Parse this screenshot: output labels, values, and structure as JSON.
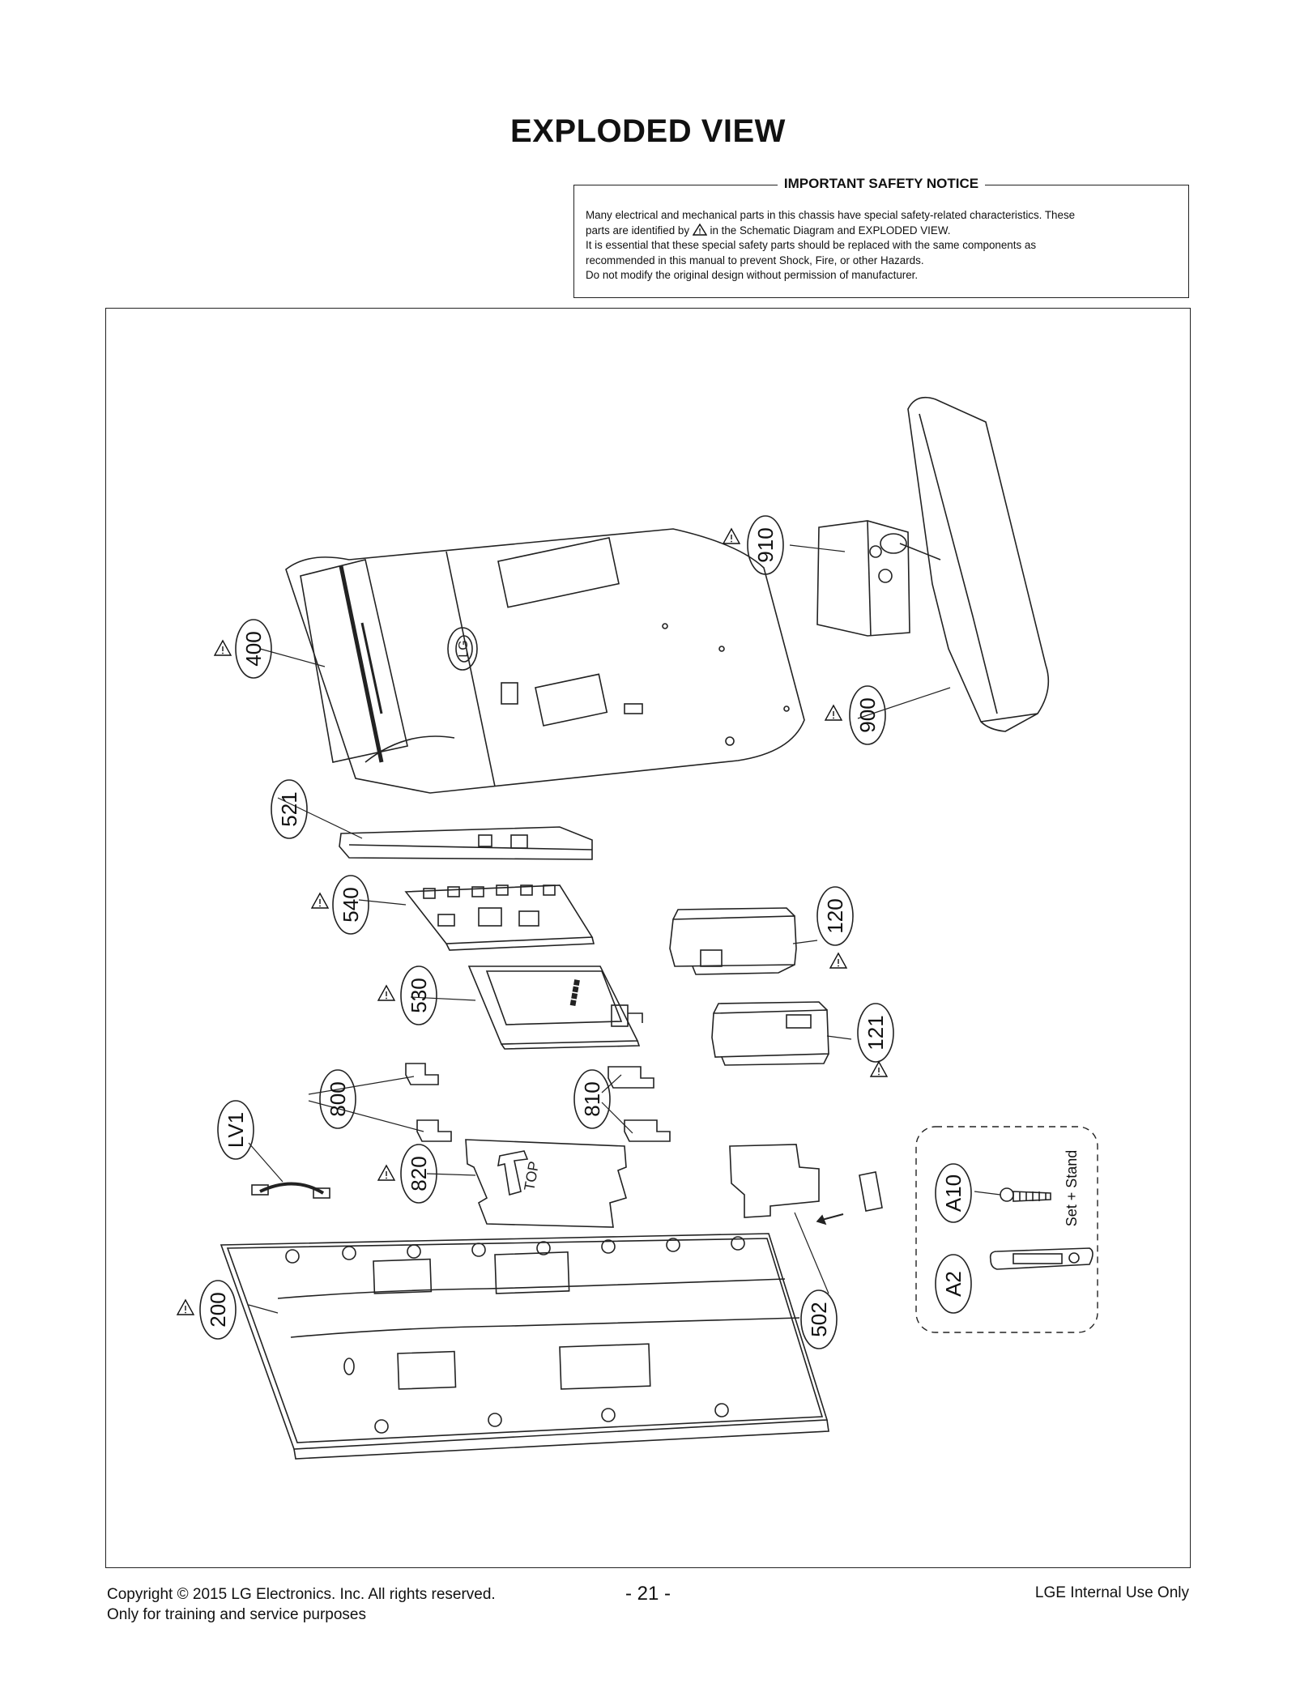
{
  "page_title": "EXPLODED VIEW",
  "safety_notice": {
    "heading": "IMPORTANT SAFETY NOTICE",
    "line1": "Many electrical and mechanical parts in this chassis have special safety-related characteristics. These",
    "line2a": "parts are identified by",
    "line2b": "in the Schematic Diagram and EXPLODED VIEW.",
    "line3": "It is essential that these special safety parts should be replaced with the same components as",
    "line4": "recommended in this manual to prevent Shock, Fire, or other Hazards.",
    "line5": "Do not modify the original design without permission of manufacturer."
  },
  "diagram": {
    "parts": [
      "910",
      "400",
      "900",
      "521",
      "540",
      "120",
      "530",
      "121",
      "800",
      "810",
      "LV1",
      "820",
      "A10",
      "A2",
      "200",
      "502"
    ],
    "accessory_box_label": "Set + Stand",
    "logo_text": "LG"
  },
  "footer": {
    "copyright": "Copyright  © 2015 LG Electronics. Inc. All rights reserved.",
    "purpose": "Only for training and service purposes",
    "page_number": "- 21 -",
    "internal": "LGE Internal Use Only"
  }
}
